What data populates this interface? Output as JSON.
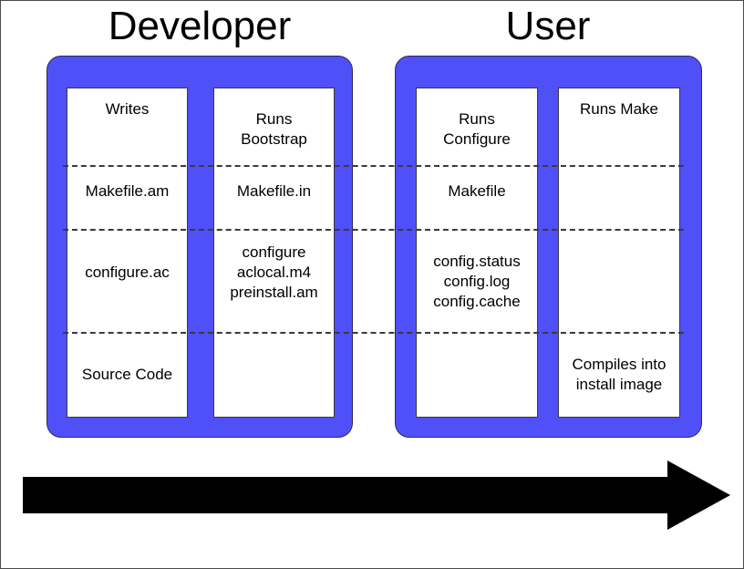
{
  "diagram": {
    "title_developer": "Developer",
    "title_user": "User",
    "accent_color": "#5050f8",
    "arrow_color": "#000000",
    "background_color": "#ffffff"
  },
  "columns": [
    {
      "id": "developer-writes",
      "group": "Developer",
      "header": "Writes",
      "cells": [
        {
          "id": "dev-writes-row2",
          "text": "Makefile.am"
        },
        {
          "id": "dev-writes-row3",
          "text": "configure.ac"
        },
        {
          "id": "dev-writes-row4",
          "text": "Source Code"
        }
      ]
    },
    {
      "id": "developer-bootstrap",
      "group": "Developer",
      "header_line1": "Runs",
      "header_line2": "Bootstrap",
      "cells": [
        {
          "id": "dev-bootstrap-row2",
          "text": "Makefile.in"
        },
        {
          "id": "dev-bootstrap-row3",
          "line1": "configure",
          "line2": "aclocal.m4",
          "line3": "preinstall.am"
        },
        {
          "id": "dev-bootstrap-row4",
          "text": ""
        }
      ]
    },
    {
      "id": "user-configure",
      "group": "User",
      "header_line1": "Runs",
      "header_line2": "Configure",
      "cells": [
        {
          "id": "user-configure-row2",
          "text": "Makefile"
        },
        {
          "id": "user-configure-row3",
          "line1": "config.status",
          "line2": "config.log",
          "line3": "config.cache"
        },
        {
          "id": "user-configure-row4",
          "text": ""
        }
      ]
    },
    {
      "id": "user-make",
      "group": "User",
      "header": "Runs Make",
      "cells": [
        {
          "id": "user-make-row2",
          "text": ""
        },
        {
          "id": "user-make-row3",
          "text": ""
        },
        {
          "id": "user-make-row4",
          "line1": "Compiles into",
          "line2": "install image"
        }
      ]
    }
  ],
  "arrow": {
    "name": "build-flow-arrow",
    "direction": "right",
    "label": ""
  }
}
